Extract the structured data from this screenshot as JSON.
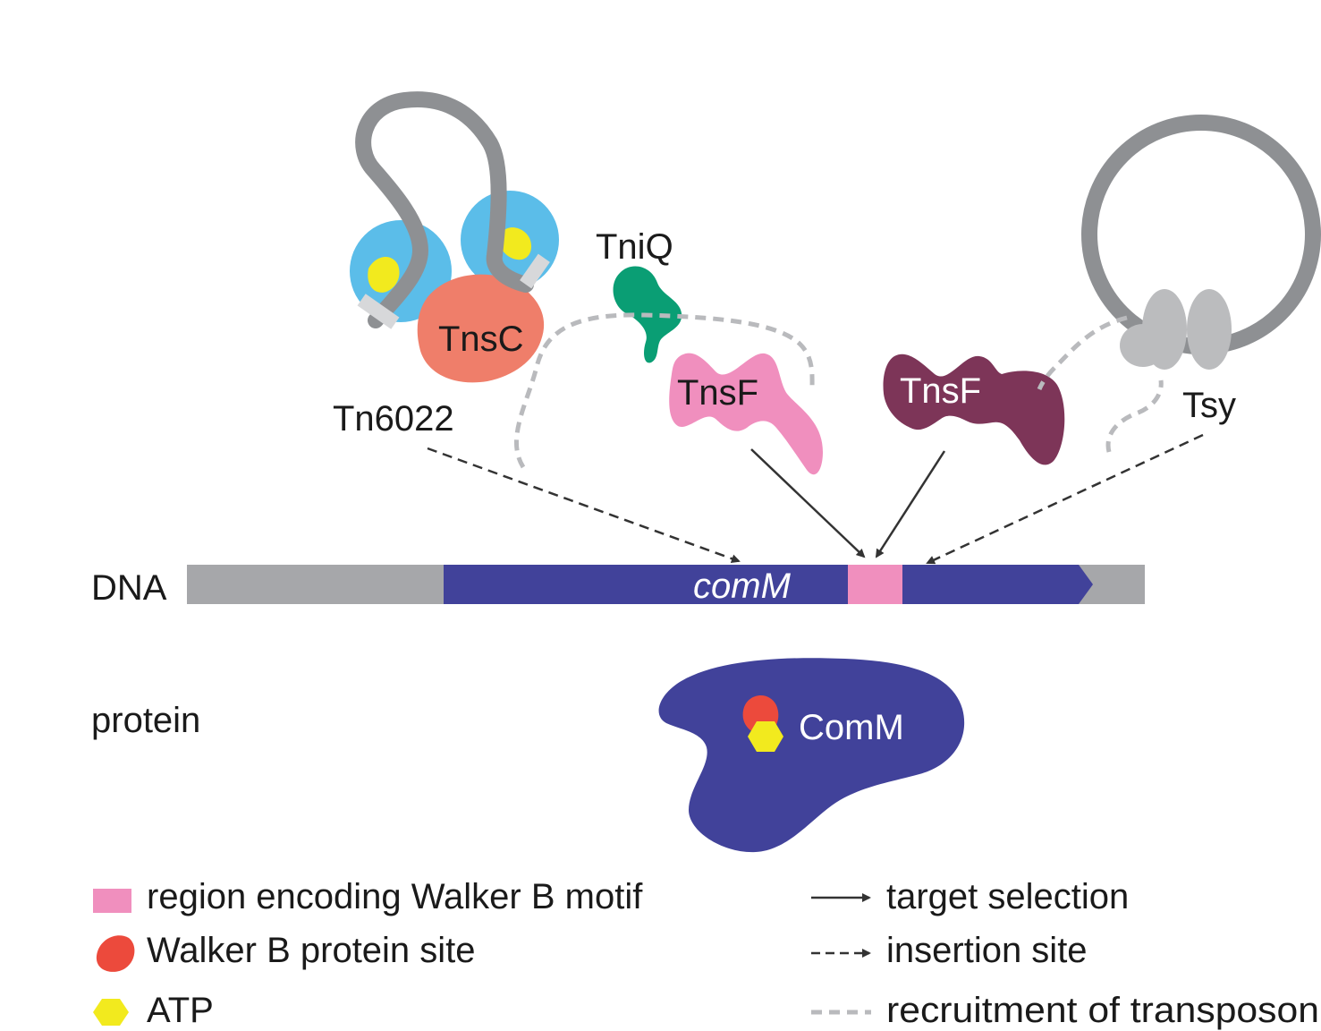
{
  "labels": {
    "tn6022": "Tn6022",
    "tnsc": "TnsC",
    "tniq": "TniQ",
    "tnsf_pink": "TnsF",
    "tnsf_purple": "TnsF",
    "tsy": "Tsy",
    "dna": "DNA",
    "gene": "comM",
    "protein_row": "protein",
    "protein_name": "ComM"
  },
  "legend": {
    "walker_b_region": "region encoding Walker B motif",
    "walker_b_site": "Walker B protein site",
    "atp": "ATP",
    "target_selection": "target selection",
    "insertion_site": "insertion site",
    "recruitment": "recruitment of transposon"
  },
  "colors": {
    "dna_gray": "#a6a7aa",
    "comm_blue": "#41429a",
    "walker_pink": "#f08fbe",
    "tnsc_salmon": "#ef7e6a",
    "tnsc_blue": "#5bbde9",
    "atp_yellow": "#f2ea1e",
    "tniq_green": "#0a9e74",
    "tnsf_purple": "#7d3558",
    "tsy_gray": "#bbbcbe",
    "walker_red": "#ec4a3c"
  }
}
